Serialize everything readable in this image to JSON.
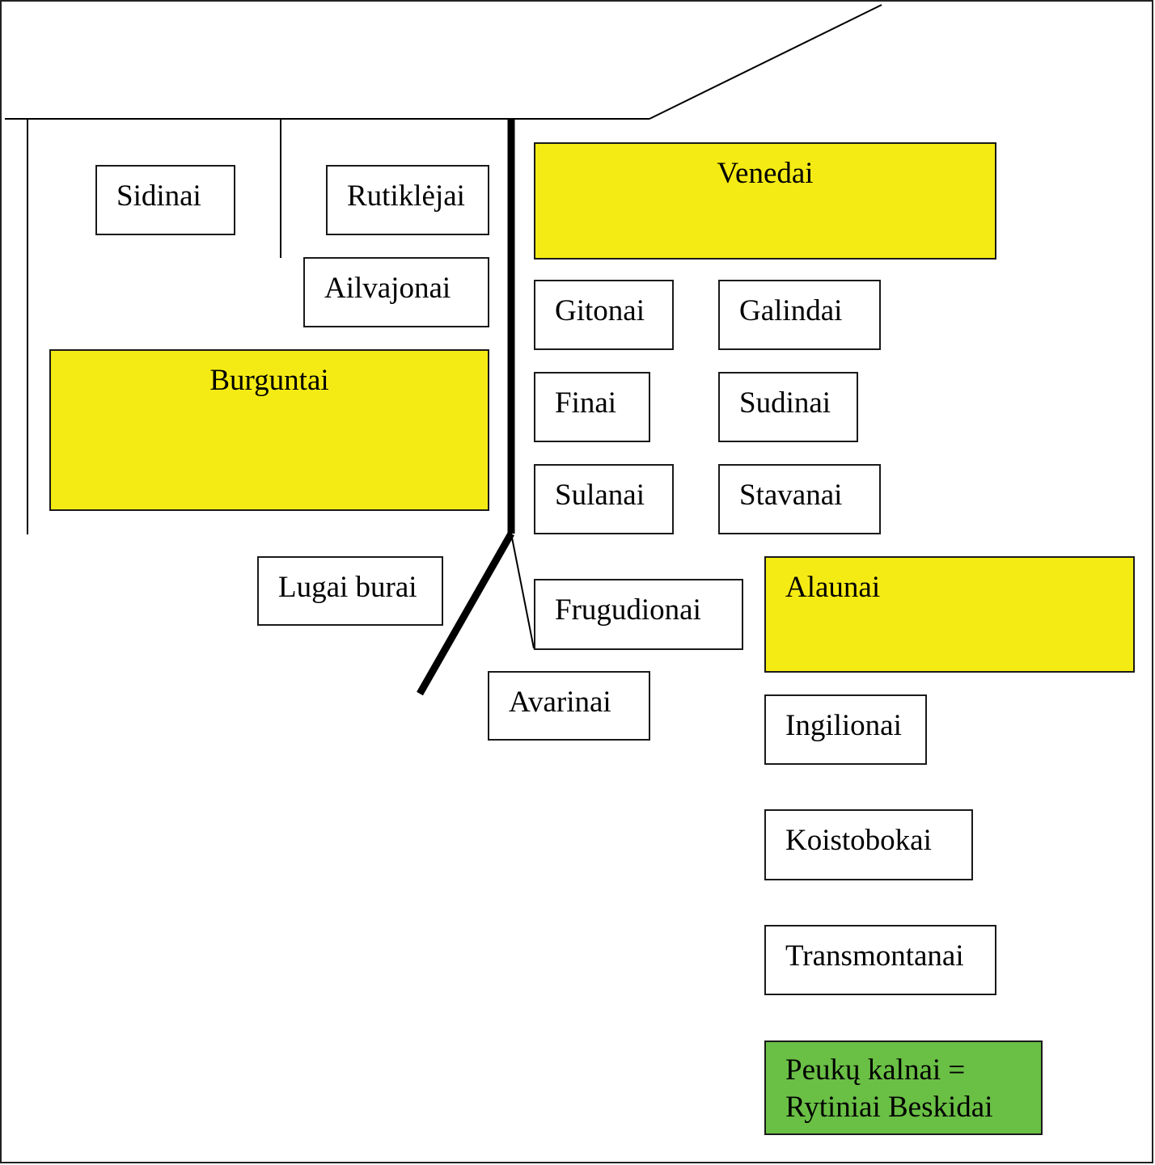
{
  "colors": {
    "box_fill": "#ffffff",
    "highlight_yellow": "#f5eb14",
    "highlight_green": "#6abf45",
    "line": "#000000"
  },
  "boxes": {
    "sidinai": "Sidinai",
    "rutiklejai": "Rutiklėjai",
    "ailvajonai": "Ailvajonai",
    "burguntai": "Burguntai",
    "venedai": "Venedai",
    "gitonai": "Gitonai",
    "galindai": "Galindai",
    "finai": "Finai",
    "sudinai": "Sudinai",
    "sulanai": "Sulanai",
    "stavanai": "Stavanai",
    "lugai_burai": "Lugai burai",
    "frugudionai": "Frugudionai",
    "alaunai": "Alaunai",
    "avarinai": "Avarinai",
    "ingilionai": "Ingilionai",
    "koistobokai": "Koistobokai",
    "transmontanai": "Transmontanai",
    "peuku_kalnai_line1": "Peukų kalnai =",
    "peuku_kalnai_line2": "Rytiniai Beskidai"
  }
}
